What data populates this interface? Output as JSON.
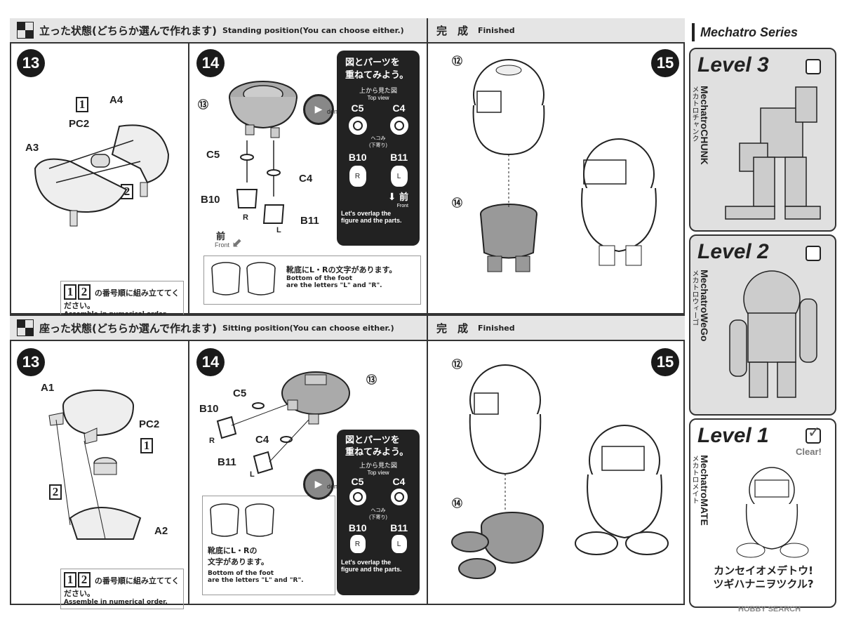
{
  "standing": {
    "title_jp": "立った状態(どちらか選んで作れます)",
    "title_en": "Standing position(You can choose either.)",
    "finished_jp": "完　成",
    "finished_en": "Finished",
    "step13": {
      "num": "13",
      "labels": {
        "a4": "A4",
        "a3": "A3",
        "pc2": "PC2",
        "n1": "1",
        "n2": "2"
      }
    },
    "step14": {
      "num": "14",
      "labels": {
        "p13": "⑬",
        "c5": "C5",
        "c4": "C4",
        "b10": "B10",
        "b11": "B11",
        "r": "R",
        "l": "L",
        "front_jp": "前",
        "front_en": "Front"
      }
    },
    "step15": {
      "num": "15",
      "p12": "⑫",
      "p14": "⑭"
    },
    "order_note_jp": "の番号順に組み立ててください。",
    "order_note_en": "Assemble in numerical order.",
    "foot_note_jp": "靴底にL・Rの文字があります。",
    "foot_note_en1": "Bottom of the foot",
    "foot_note_en2": "are the letters \"L\" and \"R\"."
  },
  "sitting": {
    "title_jp": "座った状態(どちらか選んで作れます)",
    "title_en": "Sitting position(You can choose either.)",
    "finished_jp": "完　成",
    "finished_en": "Finished",
    "step13": {
      "num": "13",
      "labels": {
        "a1": "A1",
        "a2": "A2",
        "pc2": "PC2",
        "n1": "1",
        "n2": "2"
      }
    },
    "step14": {
      "num": "14",
      "labels": {
        "p13": "⑬",
        "c5": "C5",
        "c4": "C4",
        "b10": "B10",
        "b11": "B11",
        "r": "R",
        "l": "L"
      }
    },
    "step15": {
      "num": "15",
      "p12": "⑫",
      "p14": "⑭"
    },
    "order_note_jp": "の番号順に組み立ててください。",
    "order_note_en": "Assemble in numerical order.",
    "foot_note_jp1": "靴底にL・Rの",
    "foot_note_jp2": "文字があります。",
    "foot_note_en1": "Bottom of the foot",
    "foot_note_en2": "are the letters \"L\" and \"R\"."
  },
  "overlap_card": {
    "title1": "図とパーツを",
    "title2": "重ねてみよう。",
    "top_view_jp": "上から見た図",
    "top_view_en": "Top view",
    "dent": "dent",
    "c5": "C5",
    "c4": "C4",
    "dent_jp1": "ヘコみ",
    "dent_jp2": "(下寄り)",
    "b10": "B10",
    "b11": "B11",
    "r": "R",
    "l": "L",
    "front_jp": "前",
    "front_en": "Front",
    "bottom1": "Let's overlap the",
    "bottom2": "figure and the parts."
  },
  "sidebar": {
    "series": "Mechatro Series",
    "level3": {
      "title": "Level 3",
      "name": "MechatroCHUNK",
      "kana": "メカトロチャンク"
    },
    "level2": {
      "title": "Level 2",
      "name": "MechatroWeGo",
      "kana": "メカトロウィーゴ"
    },
    "level1": {
      "title": "Level 1",
      "name": "MechatroMATE",
      "kana": "メカトロメイト",
      "clear": "Clear!"
    },
    "slogan1": "カンセイオメデトウ!",
    "slogan2": "ツギハナニヲツクル?",
    "watermark": "HOBBY SEARCH"
  }
}
